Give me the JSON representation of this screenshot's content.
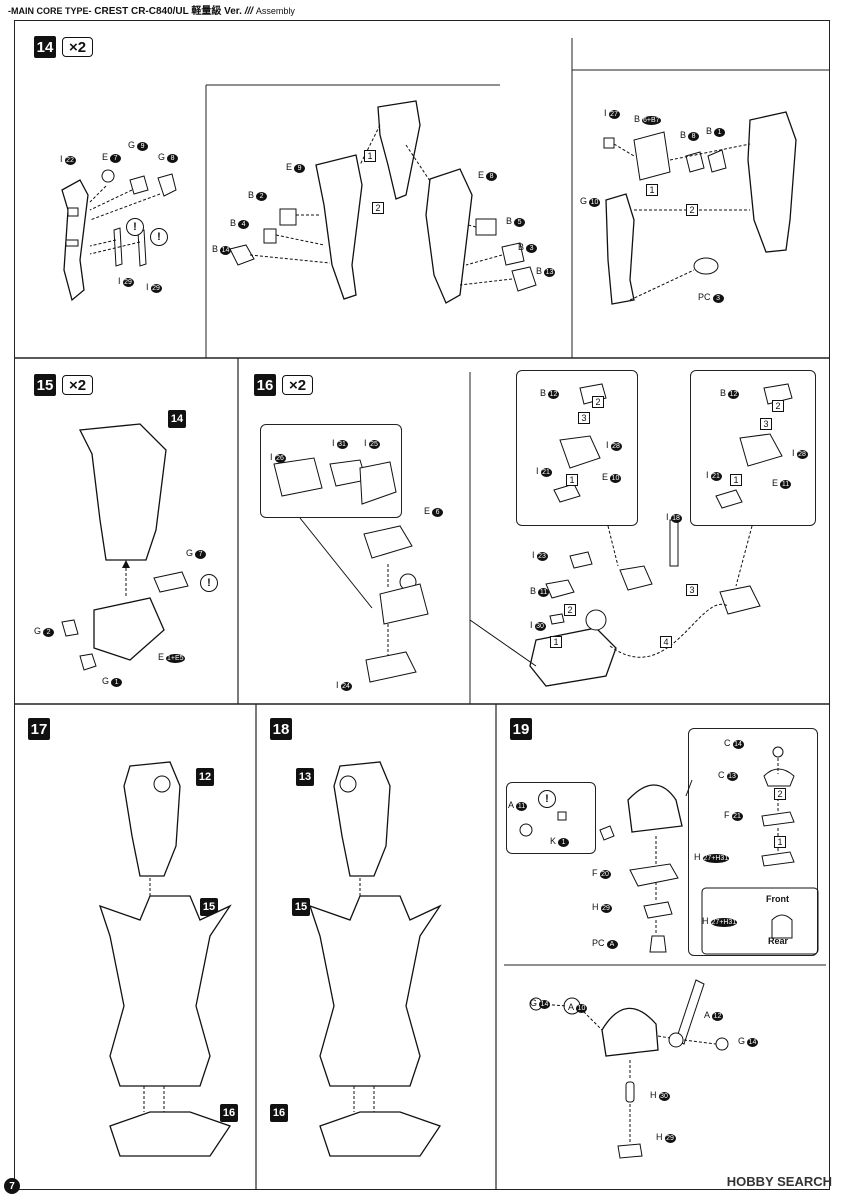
{
  "header": {
    "main": "-MAIN CORE TYPE-",
    "product": "CREST CR-C840/UL 軽量級 Ver.",
    "assembly_mark": "///",
    "assembly": "Assembly"
  },
  "steps": {
    "s14": {
      "num": "14",
      "qty": "×2"
    },
    "s15": {
      "num": "15",
      "qty": "×2"
    },
    "s16": {
      "num": "16",
      "qty": "×2"
    },
    "s17": {
      "num": "17"
    },
    "s18": {
      "num": "18"
    },
    "s19": {
      "num": "19"
    }
  },
  "refs": {
    "r12": "12",
    "r13": "13",
    "r14": "14",
    "r15": "15",
    "r16": "16"
  },
  "labels": {
    "s14a": [
      {
        "p": "E",
        "n": "7"
      },
      {
        "p": "G",
        "n": "9"
      },
      {
        "p": "G",
        "n": "8"
      },
      {
        "p": "I",
        "n": "22"
      },
      {
        "p": "I",
        "n": "29"
      },
      {
        "p": "I",
        "n": "29"
      }
    ],
    "s14b": [
      {
        "p": "E",
        "n": "9"
      },
      {
        "p": "E",
        "n": "8"
      },
      {
        "p": "B",
        "n": "2"
      },
      {
        "p": "B",
        "n": "4"
      },
      {
        "p": "B",
        "n": "14"
      },
      {
        "p": "B",
        "n": "5"
      },
      {
        "p": "B",
        "n": "3"
      },
      {
        "p": "B",
        "n": "13"
      }
    ],
    "s14c": [
      {
        "p": "I",
        "n": "27"
      },
      {
        "p": "B",
        "n": "6+B7"
      },
      {
        "p": "B",
        "n": "8"
      },
      {
        "p": "B",
        "n": "1"
      },
      {
        "p": "G",
        "n": "10"
      },
      {
        "p": "PC",
        "n": "3"
      }
    ],
    "s15": [
      {
        "p": "G",
        "n": "7"
      },
      {
        "p": "G",
        "n": "2"
      },
      {
        "p": "G",
        "n": "1"
      },
      {
        "p": "E",
        "n": "1+E5"
      }
    ],
    "s16": [
      {
        "p": "I",
        "n": "26"
      },
      {
        "p": "I",
        "n": "31"
      },
      {
        "p": "I",
        "n": "25"
      },
      {
        "p": "E",
        "n": "6"
      },
      {
        "p": "I",
        "n": "24"
      }
    ],
    "s16b": [
      {
        "p": "B",
        "n": "12"
      },
      {
        "p": "E",
        "n": "10"
      },
      {
        "p": "I",
        "n": "28"
      },
      {
        "p": "I",
        "n": "21"
      },
      {
        "p": "B",
        "n": "12"
      },
      {
        "p": "E",
        "n": "11"
      },
      {
        "p": "I",
        "n": "28"
      },
      {
        "p": "I",
        "n": "21"
      },
      {
        "p": "I",
        "n": "18"
      },
      {
        "p": "I",
        "n": "23"
      },
      {
        "p": "B",
        "n": "11"
      },
      {
        "p": "I",
        "n": "30"
      }
    ],
    "s19": [
      {
        "p": "A",
        "n": "11"
      },
      {
        "p": "K",
        "n": "1"
      },
      {
        "p": "F",
        "n": "20"
      },
      {
        "p": "H",
        "n": "29"
      },
      {
        "p": "PC",
        "n": "A"
      },
      {
        "p": "C",
        "n": "14"
      },
      {
        "p": "C",
        "n": "13"
      },
      {
        "p": "F",
        "n": "21"
      },
      {
        "p": "H",
        "n": "27+H31"
      },
      {
        "p": "H",
        "n": "27+H31"
      },
      {
        "p": "G",
        "n": "14"
      },
      {
        "p": "A",
        "n": "10"
      },
      {
        "p": "A",
        "n": "12"
      },
      {
        "p": "G",
        "n": "14"
      },
      {
        "p": "H",
        "n": "30"
      },
      {
        "p": "H",
        "n": "29"
      }
    ]
  },
  "orientation": {
    "front": "Front",
    "rear": "Rear"
  },
  "caution_mark": "!",
  "step_boxes": [
    "1",
    "2",
    "3",
    "4"
  ],
  "footer": {
    "page": "7",
    "brand": "HOBBY SEARCH"
  }
}
